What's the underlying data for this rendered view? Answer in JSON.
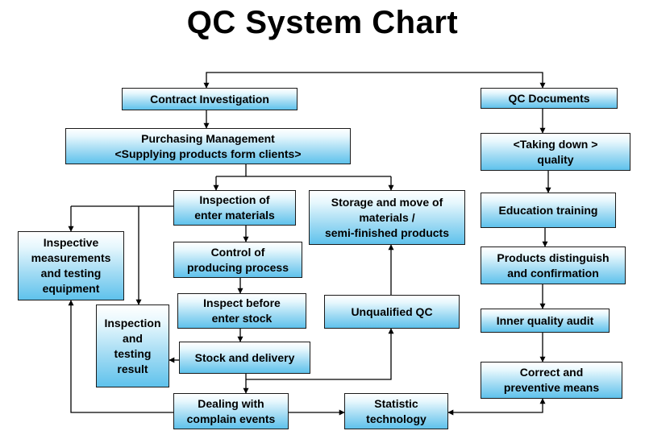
{
  "title": "QC System Chart",
  "nodes": {
    "contract_investigation": "Contract Investigation",
    "qc_documents": "QC Documents",
    "purchasing_management": "Purchasing Management\n<Supplying products form clients>",
    "taking_down_quality": "<Taking down >\nquality",
    "inspection_enter_materials": "Inspection of\nenter materials",
    "storage_move": "Storage and move of\nmaterials /\nsemi-finished products",
    "education_training": "Education training",
    "inspective_measurements": "Inspective\nmeasurements\nand testing\nequipment",
    "control_producing": "Control of\nproducing process",
    "products_distinguish": "Products distinguish\nand confirmation",
    "inspection_testing_result": "Inspection\nand\ntesting\nresult",
    "inspect_before_stock": "Inspect before\nenter stock",
    "unqualified_qc": "Unqualified QC",
    "inner_quality_audit": "Inner quality audit",
    "stock_delivery": "Stock and delivery",
    "correct_preventive": "Correct and\npreventive means",
    "dealing_complain": "Dealing with\ncomplain events",
    "statistic_technology": "Statistic\ntechnology"
  }
}
